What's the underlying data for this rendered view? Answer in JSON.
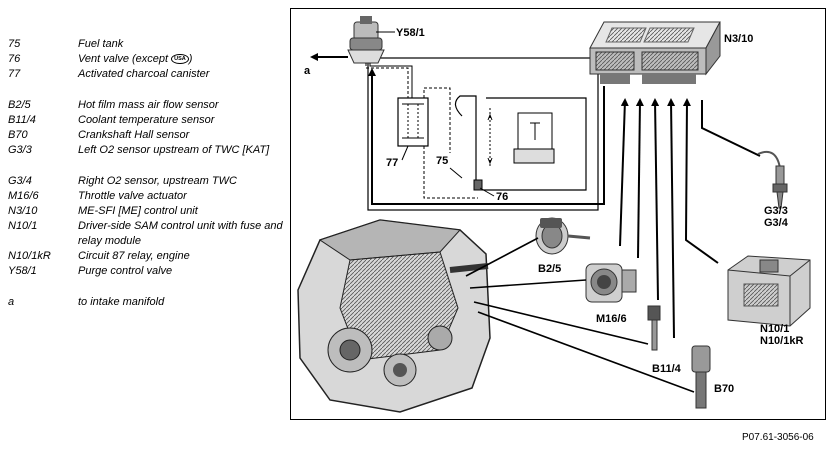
{
  "legend": {
    "items": [
      {
        "code": "75",
        "text": "Fuel tank"
      },
      {
        "code": "76",
        "text": "Vent valve (except",
        "badge": "USA",
        "suffix": ")"
      },
      {
        "code": "77",
        "text": "Activated charcoal canister"
      },
      {
        "code": "B2/5",
        "text": "Hot film mass air flow sensor"
      },
      {
        "code": "B11/4",
        "text": "Coolant temperature sensor"
      },
      {
        "code": "B70",
        "text": "Crankshaft Hall sensor"
      },
      {
        "code": "G3/3",
        "text": "Left O2 sensor upstream of TWC [KAT]"
      },
      {
        "code": "G3/4",
        "text": "Right O2 sensor, upstream TWC"
      },
      {
        "code": "M16/6",
        "text": "Throttle valve actuator"
      },
      {
        "code": "N3/10",
        "text": "ME-SFI [ME] control unit"
      },
      {
        "code": "N10/1",
        "text": "Driver-side SAM control unit with fuse and relay module"
      },
      {
        "code": "N10/1kR",
        "text": "Circuit 87 relay, engine"
      },
      {
        "code": "Y58/1",
        "text": "Purge control valve"
      },
      {
        "code": "a",
        "text": "to intake manifold"
      }
    ]
  },
  "diagram": {
    "labels": {
      "y58_1": "Y58/1",
      "a": "a",
      "n3_10": "N3/10",
      "c77": "77",
      "c75": "75",
      "c76": "76",
      "g3_3": "G3/3",
      "g3_4": "G3/4",
      "b2_5": "B2/5",
      "m16_6": "M16/6",
      "n10_1": "N10/1",
      "n10_1kr": "N10/1kR",
      "b11_4": "B11/4",
      "b70": "B70"
    }
  },
  "figure_ref": "P07.61-3056-06"
}
